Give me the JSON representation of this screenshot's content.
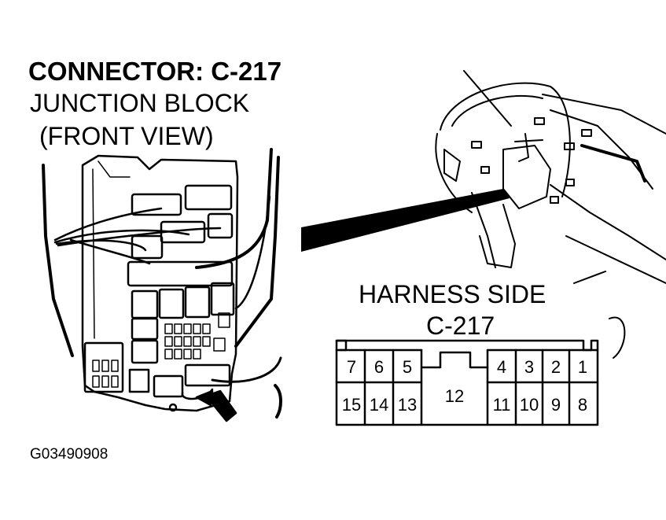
{
  "title": "CONNECTOR: C-217",
  "subtitle_line1": "JUNCTION BLOCK",
  "subtitle_line2": "(FRONT VIEW)",
  "harness_label": "HARNESS SIDE",
  "harness_connector": "C-217",
  "figure_id": "G03490908",
  "pins": {
    "top_left": [
      "7",
      "6",
      "5"
    ],
    "top_right": [
      "4",
      "3",
      "2",
      "1"
    ],
    "center": "12",
    "bottom_left": [
      "15",
      "14",
      "13"
    ],
    "bottom_right": [
      "11",
      "10",
      "9",
      "8"
    ]
  }
}
